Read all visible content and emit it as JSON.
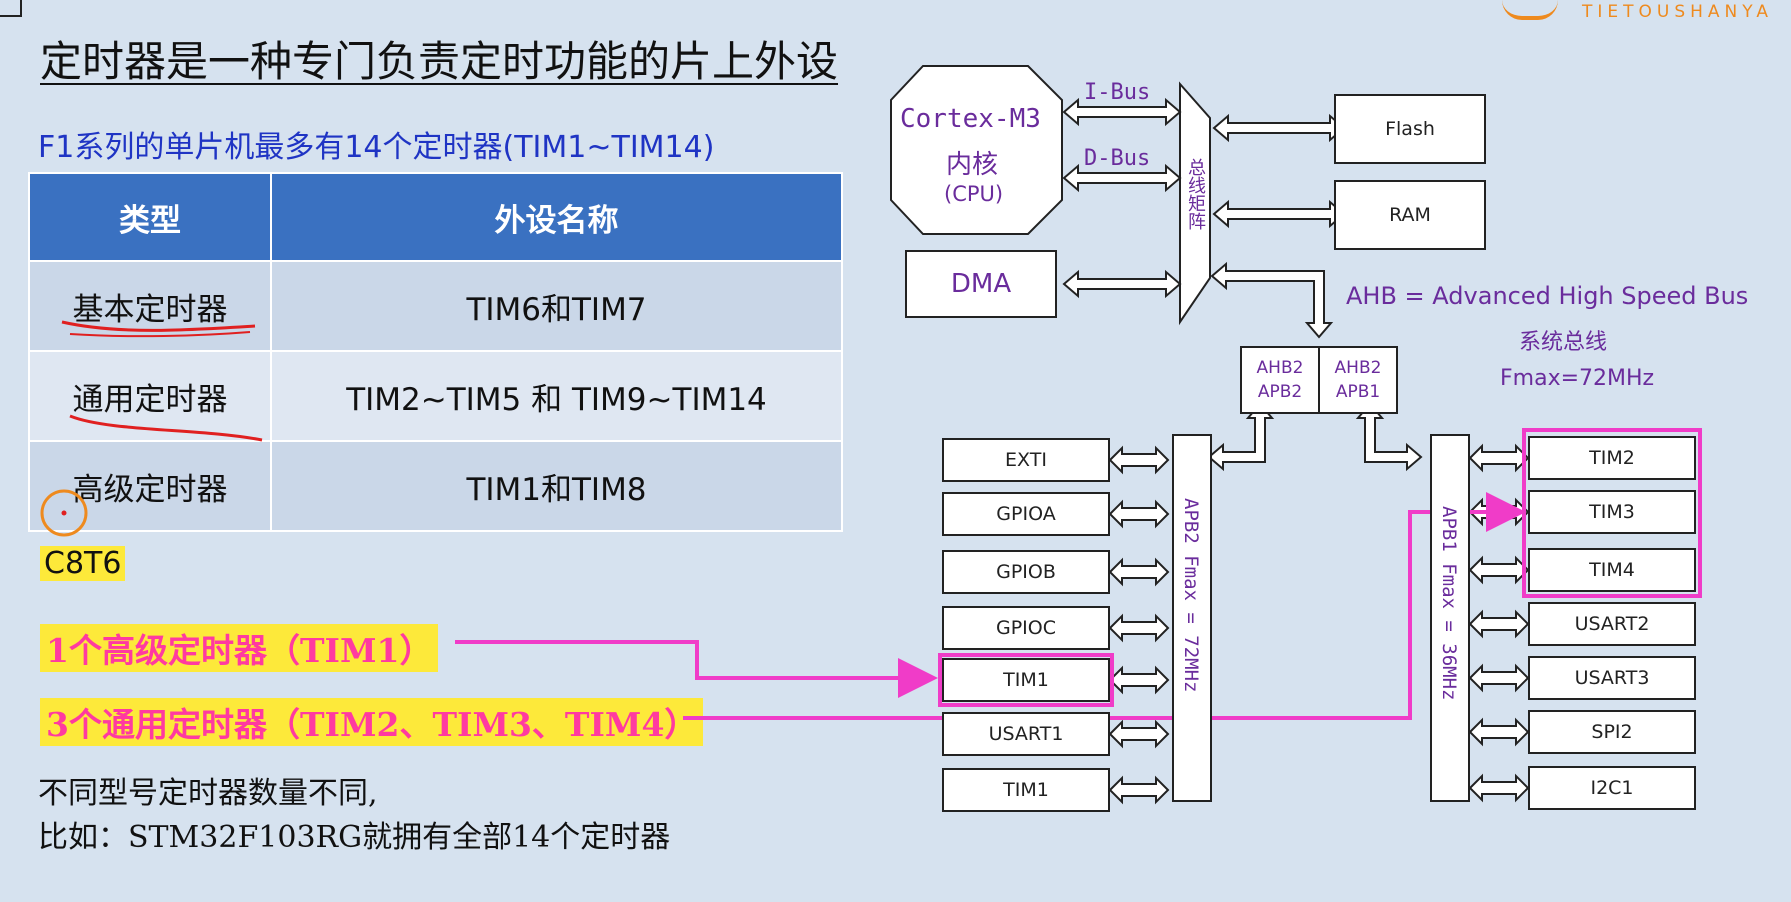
{
  "slide": {
    "title": "定时器是一种专门负责定时功能的片上外设",
    "subtitle": "F1系列的单片机最多有14个定时器(TIM1~TIM14)",
    "logo_text": "TIETOUSHANYA",
    "table": {
      "headers": [
        "类型",
        "外设名称"
      ],
      "rows": [
        {
          "type": "基本定时器",
          "name": "TIM6和TIM7"
        },
        {
          "type": "通用定时器",
          "name": "TIM2~TIM5 和 TIM9~TIM14"
        },
        {
          "type": "高级定时器",
          "name": "TIM1和TIM8"
        }
      ]
    },
    "chip": "C8T6",
    "advanced_line": "1个高级定时器（TIM1）",
    "general_line": "3个通用定时器（TIM2、TIM3、TIM4）",
    "note_line1": "不同型号定时器数量不同,",
    "note_line2": "比如：STM32F103RG就拥有全部14个定时器"
  },
  "diagram": {
    "cpu": {
      "line1": "Cortex-M3",
      "line2": "内核",
      "line3": "(CPU)"
    },
    "ibus": "I-Bus",
    "dbus": "D-Bus",
    "bus_matrix": "总线矩阵",
    "flash": "Flash",
    "ram": "RAM",
    "dma": "DMA",
    "ahb_def": "AHB = Advanced High Speed Bus",
    "ahb_cn": "系统总线",
    "ahb_fmax": "Fmax=72MHz",
    "bridge_apb2": {
      "l1": "AHB2",
      "l2": "APB2"
    },
    "bridge_apb1": {
      "l1": "AHB2",
      "l2": "APB1"
    },
    "apb2_label": "APB2 Fmax = 72MHz",
    "apb1_label": "APB1 Fmax = 36MHz",
    "apb2_devices": [
      "EXTI",
      "GPIOA",
      "GPIOB",
      "GPIOC",
      "TIM1",
      "USART1",
      "TIM1"
    ],
    "apb1_devices": [
      "TIM2",
      "TIM3",
      "TIM4",
      "USART2",
      "USART3",
      "SPI2",
      "I2C1"
    ]
  },
  "colors": {
    "highlight": "#fde93a",
    "pink": "#f03cc8",
    "header_blue": "#3a71c1",
    "purple": "#6a2c9c"
  }
}
